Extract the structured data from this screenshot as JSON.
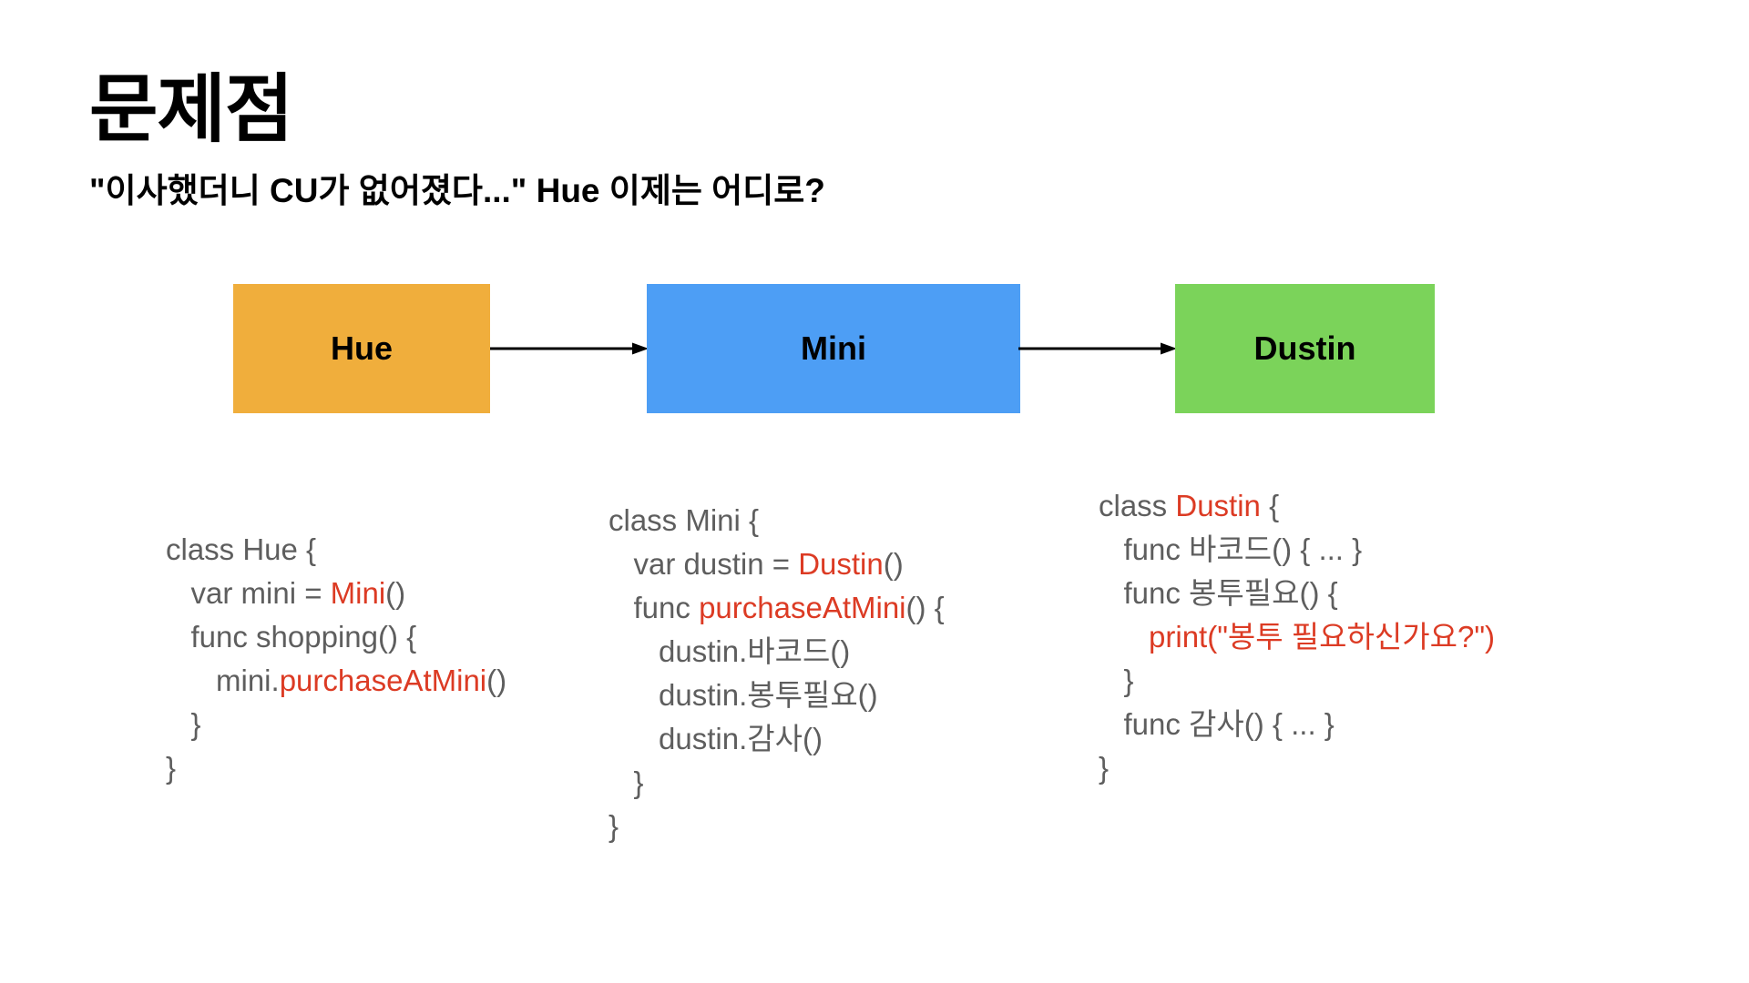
{
  "slide": {
    "title": "문제점",
    "subtitle": "\"이사했더니 CU가 없어졌다...\" Hue 이제는 어디로?",
    "background_color": "#ffffff"
  },
  "diagram": {
    "type": "flow",
    "nodes": [
      {
        "id": "hue",
        "label": "Hue",
        "color": "#F0AE3C"
      },
      {
        "id": "mini",
        "label": "Mini",
        "color": "#4D9EF5"
      },
      {
        "id": "dustin",
        "label": "Dustin",
        "color": "#7BD35A"
      }
    ],
    "edges": [
      {
        "from": "hue",
        "to": "mini",
        "style": "arrow",
        "color": "#000000"
      },
      {
        "from": "mini",
        "to": "dustin",
        "style": "arrow",
        "color": "#000000"
      }
    ]
  },
  "code_blocks": [
    {
      "id": "hue",
      "plain_color": "#5e5e5e",
      "accent_color": "#DC3B24",
      "lines": [
        [
          {
            "t": "class Hue {",
            "c": "plain"
          }
        ],
        [
          {
            "t": "   var mini = ",
            "c": "plain"
          },
          {
            "t": "Mini",
            "c": "accent"
          },
          {
            "t": "()",
            "c": "plain"
          }
        ],
        [
          {
            "t": "   func shopping() {",
            "c": "plain"
          }
        ],
        [
          {
            "t": "      mini.",
            "c": "plain"
          },
          {
            "t": "purchaseAtMini",
            "c": "accent"
          },
          {
            "t": "()",
            "c": "plain"
          }
        ],
        [
          {
            "t": "   }",
            "c": "plain"
          }
        ],
        [
          {
            "t": "}",
            "c": "plain"
          }
        ]
      ]
    },
    {
      "id": "mini",
      "plain_color": "#5e5e5e",
      "accent_color": "#DC3B24",
      "lines": [
        [
          {
            "t": "class Mini {",
            "c": "plain"
          }
        ],
        [
          {
            "t": "   var dustin = ",
            "c": "plain"
          },
          {
            "t": "Dustin",
            "c": "accent"
          },
          {
            "t": "()",
            "c": "plain"
          }
        ],
        [
          {
            "t": "   func ",
            "c": "plain"
          },
          {
            "t": "purchaseAtMini",
            "c": "accent"
          },
          {
            "t": "() {",
            "c": "plain"
          }
        ],
        [
          {
            "t": "      dustin.바코드()",
            "c": "plain"
          }
        ],
        [
          {
            "t": "      dustin.봉투필요()",
            "c": "plain"
          }
        ],
        [
          {
            "t": "      dustin.감사()",
            "c": "plain"
          }
        ],
        [
          {
            "t": "   }",
            "c": "plain"
          }
        ],
        [
          {
            "t": "}",
            "c": "plain"
          }
        ]
      ]
    },
    {
      "id": "dustin",
      "plain_color": "#5e5e5e",
      "accent_color": "#DC3B24",
      "lines": [
        [
          {
            "t": "class ",
            "c": "plain"
          },
          {
            "t": "Dustin",
            "c": "accent"
          },
          {
            "t": " {",
            "c": "plain"
          }
        ],
        [
          {
            "t": "   func 바코드() { ... }",
            "c": "plain"
          }
        ],
        [
          {
            "t": "   func 봉투필요() {",
            "c": "plain"
          }
        ],
        [
          {
            "t": "      ",
            "c": "plain"
          },
          {
            "t": "print(\"봉투 필요하신가요?\")",
            "c": "accent"
          }
        ],
        [
          {
            "t": "   }",
            "c": "plain"
          }
        ],
        [
          {
            "t": "   func 감사() { ... }",
            "c": "plain"
          }
        ],
        [
          {
            "t": "}",
            "c": "plain"
          }
        ]
      ]
    }
  ]
}
